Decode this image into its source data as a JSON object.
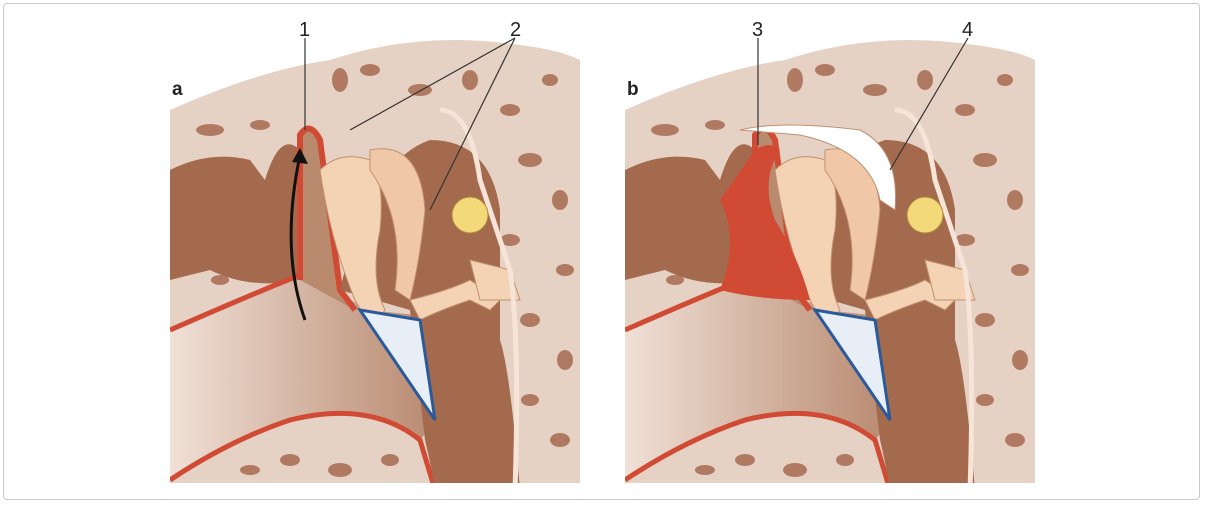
{
  "panels": [
    {
      "letter": "a",
      "labels": [
        "1",
        "2"
      ]
    },
    {
      "letter": "b",
      "labels": [
        "3",
        "4"
      ]
    }
  ],
  "colors": {
    "bone": "#e6d2c4",
    "bone_dark": "#a46a4e",
    "mucosa": "#d04a34",
    "ossicle": "#f4d2b4",
    "canal": "#b98a6e",
    "tympanic_membrane": "#2a5a9a",
    "frame": "#c8c8c8"
  }
}
